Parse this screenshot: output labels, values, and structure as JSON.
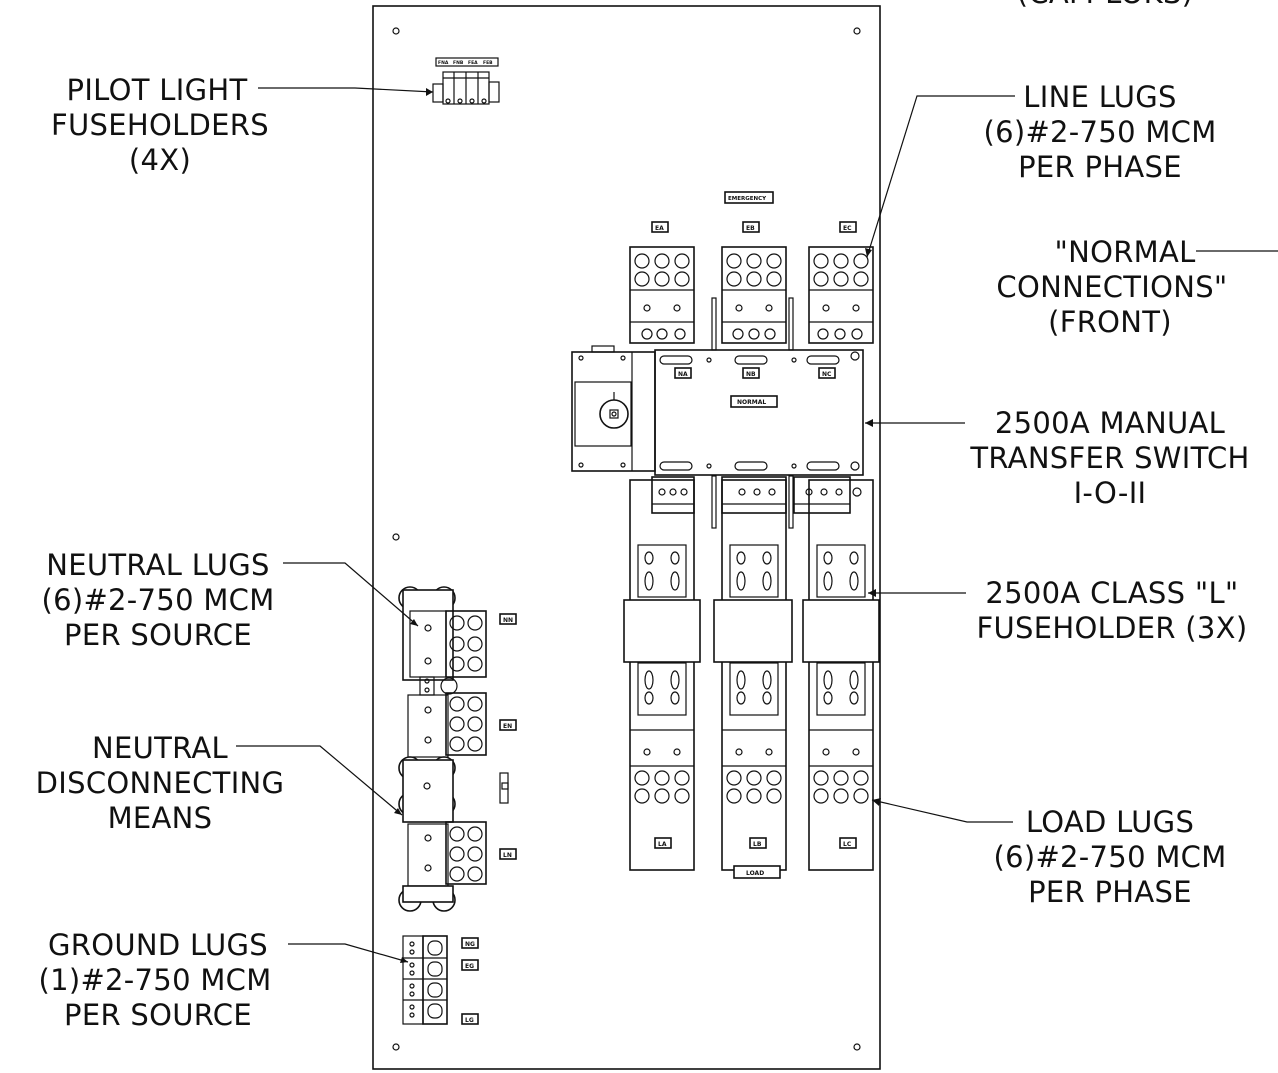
{
  "colors": {
    "ink": "#111111",
    "paper": "#ffffff"
  },
  "callouts": {
    "cam_lok": [
      "(CAM-LOKS)"
    ],
    "pilot_light": [
      "PILOT LIGHT",
      "FUSEHOLDERS",
      "(4X)"
    ],
    "line_lugs": [
      "LINE LUGS",
      "(6)#2-750 MCM",
      "PER PHASE"
    ],
    "normal_connections": [
      "\"NORMAL",
      "CONNECTIONS\"",
      "(FRONT)"
    ],
    "transfer_switch": [
      "2500A MANUAL",
      "TRANSFER SWITCH",
      "I-O-II"
    ],
    "class_l": [
      "2500A CLASS \"L\"",
      "FUSEHOLDER (3X)"
    ],
    "load_lugs": [
      "LOAD LUGS",
      "(6)#2-750 MCM",
      "PER PHASE"
    ],
    "neutral_lugs": [
      "NEUTRAL LUGS",
      "(6)#2-750 MCM",
      "PER SOURCE"
    ],
    "neutral_disconnect": [
      "NEUTRAL",
      "DISCONNECTING",
      "MEANS"
    ],
    "ground_lugs": [
      "GROUND LUGS",
      "(1)#2-750 MCM",
      "PER SOURCE"
    ]
  },
  "tags": {
    "emergency": "EMERGENCY",
    "normal": "NORMAL",
    "load": "LOAD",
    "ea": "EA",
    "eb": "EB",
    "ec": "EC",
    "na": "NA",
    "nb": "NB",
    "nc": "NC",
    "la": "LA",
    "lb": "LB",
    "lc": "LC",
    "nn": "NN",
    "en": "EN",
    "ln": "LN",
    "ng": "NG",
    "eg": "EG",
    "lg": "LG",
    "pilot": [
      "FNA",
      "FNB",
      "FEA",
      "FEB"
    ]
  }
}
